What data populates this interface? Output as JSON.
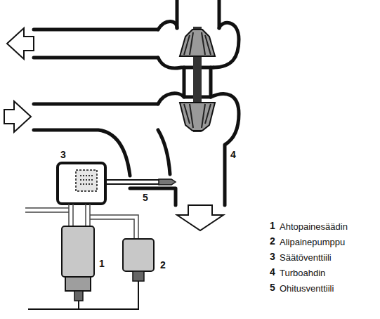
{
  "diagram": {
    "labels": [
      "3",
      "4",
      "5",
      "1",
      "2",
      "1",
      "Ahtopainesäädin",
      "2",
      "Alipainepumppu",
      "3",
      "Säätöventtiili",
      "4",
      "Turboahdin",
      "5",
      "Ohitusventtiili"
    ]
  }
}
